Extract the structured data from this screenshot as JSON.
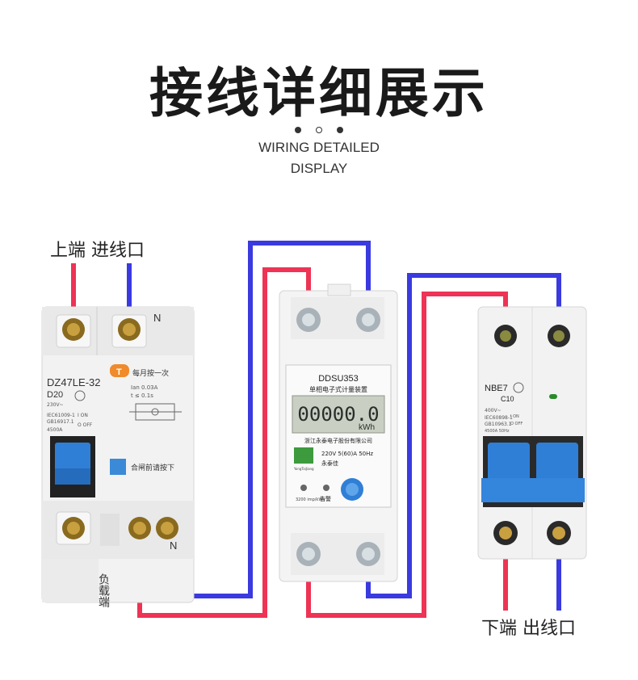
{
  "header": {
    "title": "接线详细展示",
    "subtitle_line1": "WIRING DETAILED",
    "subtitle_line2": "DISPLAY"
  },
  "labels": {
    "top_left": "上端  进线口",
    "bottom_right": "下端  出线口",
    "n_top": "N",
    "n_bottom": "N",
    "load_end": "负载端"
  },
  "left_breaker": {
    "model": "DZ47LE-32",
    "rating": "D20",
    "voltage": "230V~",
    "ian": "Ian  0.03A",
    "t": "t  ≤  0.1s",
    "standard1": "IEC61009-1",
    "standard2": "GB16917.1",
    "capacity": "4500A",
    "on": "I ON",
    "off": "O OFF",
    "test_note": "每月按一次",
    "test_button": "T",
    "close_note": "合闸前请按下"
  },
  "meter": {
    "model": "DDSU353",
    "type": "单相电子式计量装置",
    "reading": "00000.0",
    "unit": "kWh",
    "company": "浙江永泰电子股份有限公司",
    "spec": "220V  5(60)A  50Hz",
    "brand": "永泰佳",
    "brand_en": "YongTaiJiang",
    "imp": "3200 imp/kWh",
    "alarm": "告警"
  },
  "right_breaker": {
    "model": "NBE7",
    "rating": "C10",
    "voltage": "400V~",
    "standard1": "IEC60898-1",
    "standard2": "GB10963.1",
    "capacity": "4500A  50Hz",
    "on": "I ON",
    "off": "O OFF"
  },
  "colors": {
    "live_wire": "#ee3355",
    "neutral_wire": "#3a3ae0",
    "device_body": "#f2f2f2",
    "toggle": "#2f7fd6",
    "screen": "#c9cfc3"
  }
}
